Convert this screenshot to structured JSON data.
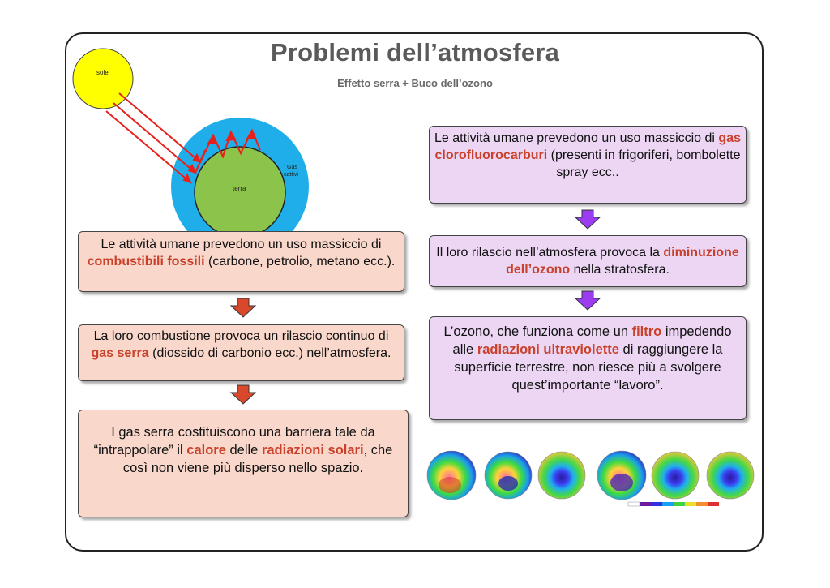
{
  "header": {
    "title": "Problemi dell’atmosfera",
    "subtitle": "Effetto serra + Buco dell’ozono"
  },
  "diagram": {
    "sun_label": "sole",
    "earth_label": "terra",
    "gas_label_line1": "Gas",
    "gas_label_line2": "cattivi"
  },
  "left_boxes": {
    "box1": {
      "pre": "Le attività umane prevedono un uso massiccio di ",
      "hl": "combustibili fossili",
      "post": " (carbone, petrolio, metano ecc.)."
    },
    "box2": {
      "pre": "La loro combustione provoca un rilascio continuo di ",
      "hl": "gas serra",
      "post": " (diossido di carbonio ecc.) nell’atmosfera."
    },
    "box3": {
      "pre": "I gas serra costituiscono una barriera tale da “intrappolare” il ",
      "hl1": "calore",
      "mid": " delle ",
      "hl2": "radiazioni solari",
      "post": ", che così non viene più disperso nello spazio."
    }
  },
  "right_boxes": {
    "box1": {
      "pre": "Le attività umane prevedono un uso massiccio di ",
      "hl": "gas clorofluorocarburi",
      "post": " (presenti in frigoriferi, bombolette spray ecc.."
    },
    "box2": {
      "pre": "Il loro rilascio nell’atmosfera provoca la ",
      "hl": "diminuzione dell’ozono",
      "post": " nella stratosfera."
    },
    "box3": {
      "pre": "L’ozono, che funziona come un ",
      "hl1": "filtro",
      "mid": " impedendo alle ",
      "hl2": "radiazioni ultraviolette",
      "post": " di raggiungere la superficie terrestre, non riesce più a svolgere quest’importante “lavoro”."
    }
  },
  "colors": {
    "left_box_bg": "#f9d7cb",
    "right_box_bg": "#ecd6f4",
    "highlight": "#c9412a",
    "left_arrow": "#d9482a",
    "right_arrow": "#9b3cf0",
    "sun": "#ffff00",
    "earth": "#8cc34a",
    "atmosphere": "#1faee9",
    "rays": "#e8201c"
  }
}
